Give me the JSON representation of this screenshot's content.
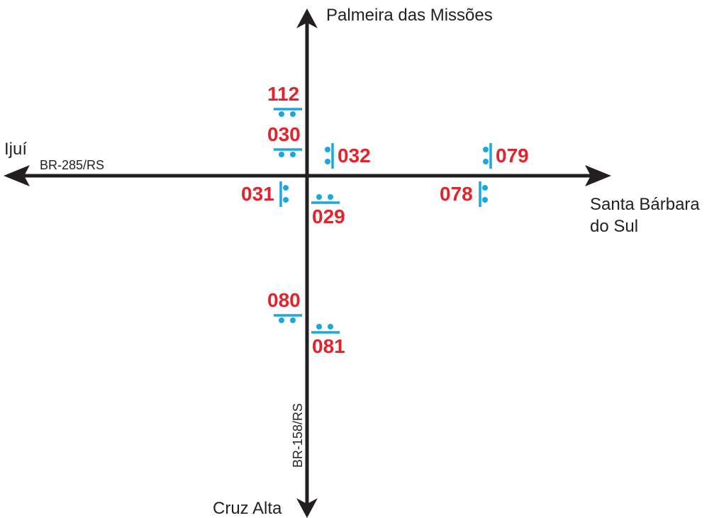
{
  "cities": {
    "north": "Palmeira das Missões",
    "south": "Cruz Alta",
    "west": "Ijuí",
    "east_line1": "Santa Bárbara",
    "east_line2": "do Sul"
  },
  "roads": {
    "horizontal": "BR-285/RS",
    "vertical": "BR-158/RS"
  },
  "stops": {
    "s112": "112",
    "s030": "030",
    "s032": "032",
    "s079": "079",
    "s031": "031",
    "s029": "029",
    "s078": "078",
    "s080": "080",
    "s081": "081"
  },
  "colors": {
    "stop_number": "#e3232c",
    "stop_marker": "#1aa7e0",
    "road_line": "#231f20"
  }
}
